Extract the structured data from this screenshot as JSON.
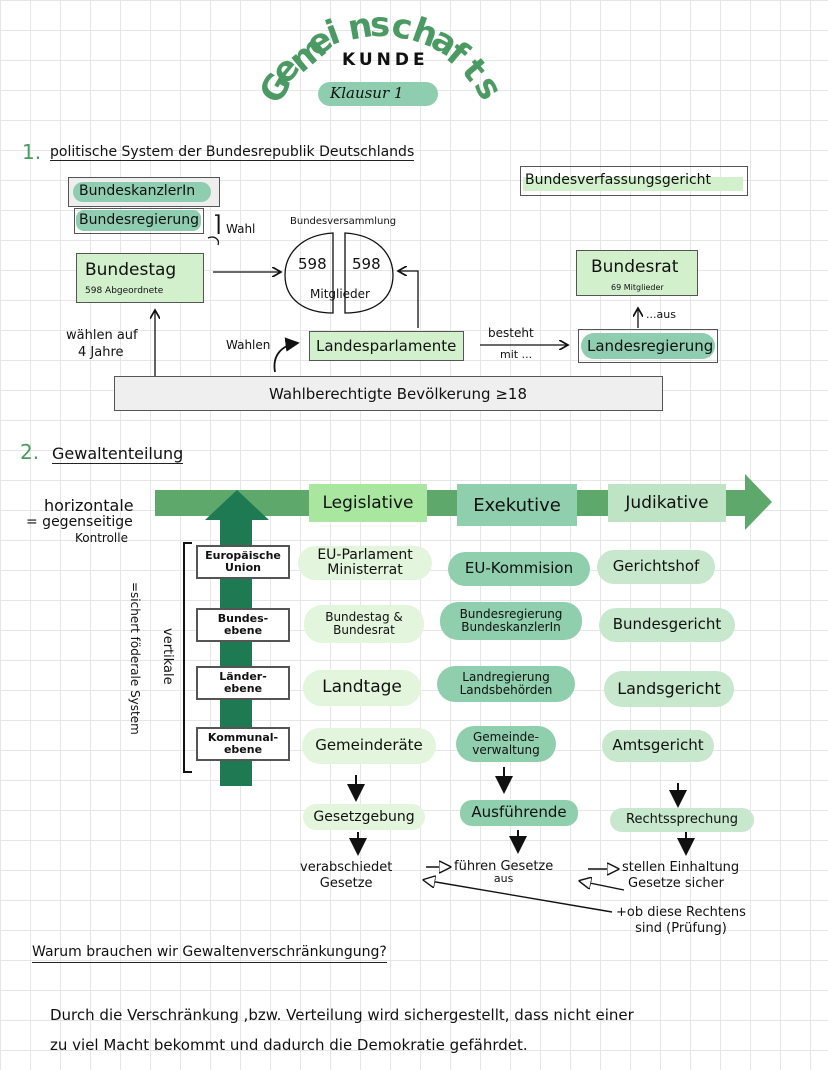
{
  "header": {
    "title_letters": [
      "G",
      "e",
      "m",
      "e",
      "i",
      "n",
      "s",
      "c",
      "h",
      "a",
      "f",
      "t",
      "s"
    ],
    "subtitle": "KUNDE",
    "tag": "Klausur 1"
  },
  "section1": {
    "number": "1.",
    "heading": "politische System der Bundesrepublik Deutschlands",
    "bundeskanzler": "BundeskanzlerIn",
    "bundesregierung": "Bundesregierung",
    "wahl": "Wahl",
    "bundesverfassungsgericht": "Bundesverfassungsgericht",
    "bundesversammlung": {
      "label": "Bundesversammlung",
      "left_count": "598",
      "right_count": "598",
      "members": "Mitglieder"
    },
    "bundestag": {
      "label": "Bundestag",
      "sub": "598 Abgeordnete"
    },
    "bundesrat": {
      "label": "Bundesrat",
      "sub": "69 Mitglieder"
    },
    "aus": "...aus",
    "waehlen_auf": "wählen auf",
    "vier_jahre": "4 Jahre",
    "waehlen": "Wahlen",
    "landesparlamente": "Landesparlamente",
    "besteht": "besteht",
    "mit": "mit ...",
    "landesregierung": "Landesregierung",
    "bevoelkerung": "Wahlberechtigte Bevölkerung ≥18"
  },
  "section2": {
    "number": "2.",
    "heading": "Gewaltenteilung",
    "horizontal": [
      "horizontale",
      "= gegenseitige",
      "Kontrolle"
    ],
    "vertikal": "vertikale",
    "vertikal_note": "=sichert föderale System",
    "columns": [
      "Legislative",
      "Exekutive",
      "Judikative"
    ],
    "levels": [
      {
        "label": [
          "Europäische",
          "Union"
        ],
        "cells": [
          [
            "EU-Parlament",
            "Ministerrat"
          ],
          [
            "EU-Kommision"
          ],
          [
            "Gerichtshof"
          ]
        ]
      },
      {
        "label": [
          "Bundes-",
          "ebene"
        ],
        "cells": [
          [
            "Bundestag &",
            "Bundesrat"
          ],
          [
            "Bundesregierung",
            "BundeskanzlerIn"
          ],
          [
            "Bundesgericht"
          ]
        ]
      },
      {
        "label": [
          "Länder-",
          "ebene"
        ],
        "cells": [
          [
            "Landtage"
          ],
          [
            "Landregierung",
            "Landsbehörden"
          ],
          [
            "Landsgericht"
          ]
        ]
      },
      {
        "label": [
          "Kommunal-",
          "ebene"
        ],
        "cells": [
          [
            "Gemeinderäte"
          ],
          [
            "Gemeinde-",
            "verwaltung"
          ],
          [
            "Amtsgericht"
          ]
        ]
      }
    ],
    "functions": [
      "Gesetzgebung",
      "Ausführende",
      "Rechtssprechung"
    ],
    "descriptions": {
      "legislative": [
        "verabschiedet",
        "Gesetze"
      ],
      "executive": [
        "führen Gesetze",
        "aus"
      ],
      "judicative": [
        "stellen Einhaltung",
        "Gesetze sicher"
      ],
      "judicative_extra": [
        "+ob diese Rechtens",
        "sind (Prüfung)"
      ]
    }
  },
  "question": {
    "text": "Warum brauchen wir Gewaltenverschränkungung?",
    "answer_line1": "Durch die Verschränkung ,bzw. Verteilung wird sichergestellt, dass nicht einer",
    "answer_line2": "zu viel Macht bekommt und dadurch die Demokratie gefährdet."
  },
  "colors": {
    "title_green": "#4c9a63",
    "arrow_green": "#5fa86b",
    "vertical_arrow": "#1e7a52",
    "light_green": "#d3f0cd",
    "mid_green": "#8fcdb0"
  }
}
